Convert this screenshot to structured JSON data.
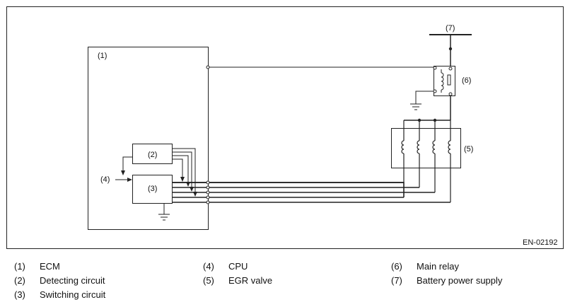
{
  "figure": {
    "code": "EN-02192",
    "labels": {
      "ecm": "(1)",
      "detecting": "(2)",
      "switching": "(3)",
      "cpu": "(4)",
      "egr": "(5)",
      "relay": "(6)",
      "battery": "(7)"
    }
  },
  "legend": [
    {
      "num": "(1)",
      "text": "ECM"
    },
    {
      "num": "(2)",
      "text": "Detecting circuit"
    },
    {
      "num": "(3)",
      "text": "Switching circuit"
    },
    {
      "num": "(4)",
      "text": "CPU"
    },
    {
      "num": "(5)",
      "text": "EGR valve"
    },
    {
      "num": "(6)",
      "text": "Main relay"
    },
    {
      "num": "(7)",
      "text": "Battery power supply"
    }
  ]
}
